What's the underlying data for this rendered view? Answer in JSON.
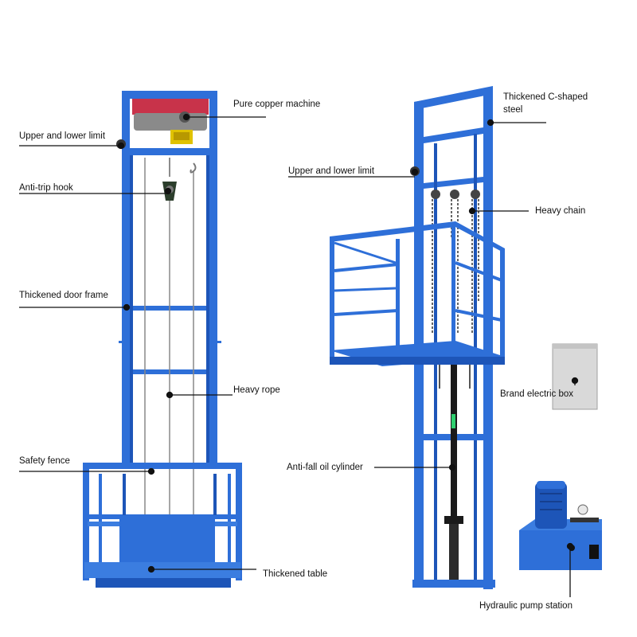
{
  "colors": {
    "frame": "#2e6fd8",
    "frame_dark": "#1d55b8",
    "motor_red": "#c8334a",
    "box_gray": "#d9d9d9",
    "leader": "#111111"
  },
  "labels": {
    "pure_copper_machine": "Pure copper machine",
    "upper_lower_limit_left": "Upper and lower limit",
    "anti_trip_hook": "Anti-trip hook",
    "thickened_door_frame": "Thickened door frame",
    "heavy_rope": "Heavy rope",
    "safety_fence": "Safety fence",
    "thickened_table": "Thickened table",
    "thickened_c_steel_line1": "Thickened C-shaped",
    "thickened_c_steel_line2": "steel",
    "upper_lower_limit_right": "Upper and lower limit",
    "heavy_chain": "Heavy chain",
    "brand_electric_box": "Brand electric box",
    "anti_fall_oil_cylinder": "Anti-fall oil cylinder",
    "hydraulic_pump_station": "Hydraulic pump station"
  }
}
